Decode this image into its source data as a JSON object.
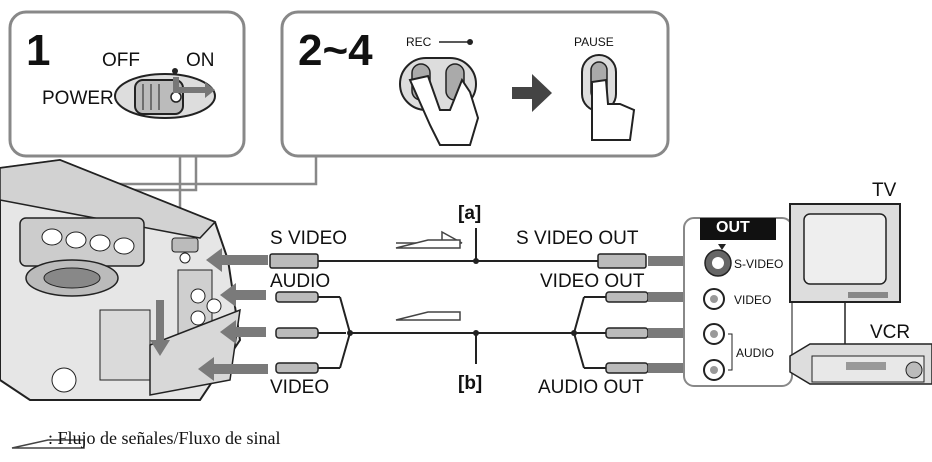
{
  "steps": {
    "step1": {
      "number": "1",
      "power_label": "POWER",
      "off_label": "OFF",
      "on_label": "ON"
    },
    "step2": {
      "number": "2~4",
      "rec_label": "REC",
      "pause_label": "PAUSE"
    }
  },
  "cables": {
    "a": "[a]",
    "b": "[b]",
    "camera_side": {
      "s_video": "S VIDEO",
      "audio": "AUDIO",
      "video": "VIDEO"
    },
    "device_side": {
      "s_video_out": "S VIDEO OUT",
      "video_out": "VIDEO OUT",
      "audio_out": "AUDIO OUT"
    }
  },
  "panel": {
    "title": "OUT",
    "s_video": "S-VIDEO",
    "video": "VIDEO",
    "audio": "AUDIO"
  },
  "devices": {
    "tv": "TV",
    "vcr": "VCR"
  },
  "legend": {
    "text": ": Flujo de señales/Fluxo de sinal"
  },
  "colors": {
    "line": "#222222",
    "arrow": "#7a7a7a",
    "panel_header": "#111111",
    "camera_fill": "#e6e6e6"
  }
}
